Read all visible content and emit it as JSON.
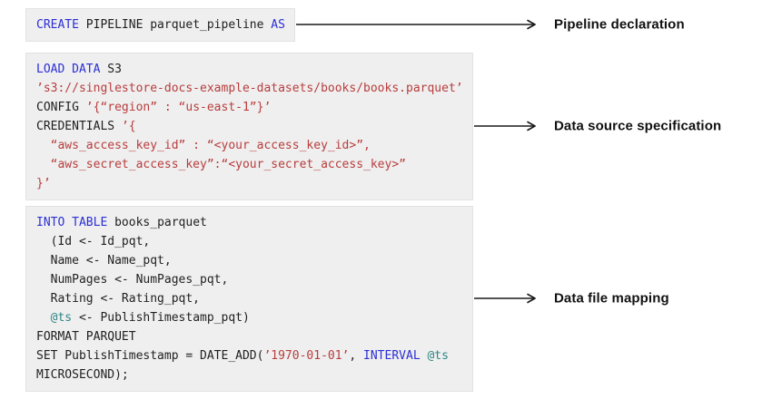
{
  "colors": {
    "keyword": "#2b2fd4",
    "string": "#b83d3d",
    "variable": "#2e8585",
    "text": "#1f1f1f",
    "block-bg": "#efefef",
    "block-border": "#e2e2e2",
    "arrow": "#1a1a1a",
    "label": "#111111"
  },
  "blocks": [
    {
      "name": "pipeline-declaration",
      "annotation": "Pipeline declaration",
      "code": [
        [
          [
            "kw",
            "CREATE"
          ],
          [
            "pl",
            " PIPELINE parquet_pipeline "
          ],
          [
            "kw",
            "AS"
          ]
        ]
      ]
    },
    {
      "name": "data-source-specification",
      "annotation": "Data source specification",
      "code": [
        [
          [
            "kw",
            "LOAD DATA"
          ],
          [
            "pl",
            " S3"
          ]
        ],
        [
          [
            "str",
            "’s3://singlestore-docs-example-datasets/books/books.parquet’"
          ]
        ],
        [
          [
            "pl",
            "CONFIG "
          ],
          [
            "str",
            "’{“region” : “us-east-1”}’"
          ]
        ],
        [
          [
            "pl",
            "CREDENTIALS "
          ],
          [
            "str",
            "’{"
          ]
        ],
        [
          [
            "str",
            "  “aws_access_key_id” : “<your_access_key_id>”,"
          ]
        ],
        [
          [
            "str",
            "  “aws_secret_access_key”:“<your_secret_access_key>”"
          ]
        ],
        [
          [
            "str",
            "}’"
          ]
        ]
      ]
    },
    {
      "name": "data-file-mapping",
      "annotation": "Data file mapping",
      "code": [
        [
          [
            "kw",
            "INTO TABLE"
          ],
          [
            "pl",
            " books_parquet"
          ]
        ],
        [
          [
            "pl",
            "  (Id <- Id_pqt,"
          ]
        ],
        [
          [
            "pl",
            "  Name <- Name_pqt,"
          ]
        ],
        [
          [
            "pl",
            "  NumPages <- NumPages_pqt,"
          ]
        ],
        [
          [
            "pl",
            "  Rating <- Rating_pqt,"
          ]
        ],
        [
          [
            "pl",
            "  "
          ],
          [
            "var",
            "@ts"
          ],
          [
            "pl",
            " <- PublishTimestamp_pqt)"
          ]
        ],
        [
          [
            "pl",
            "FORMAT PARQUET"
          ]
        ],
        [
          [
            "pl",
            "SET PublishTimestamp = DATE_ADD("
          ],
          [
            "str",
            "’1970-01-01’"
          ],
          [
            "pl",
            ", "
          ],
          [
            "kw",
            "INTERVAL"
          ],
          [
            "pl",
            " "
          ],
          [
            "var",
            "@ts"
          ]
        ],
        [
          [
            "pl",
            "MICROSECOND);"
          ]
        ]
      ]
    }
  ]
}
